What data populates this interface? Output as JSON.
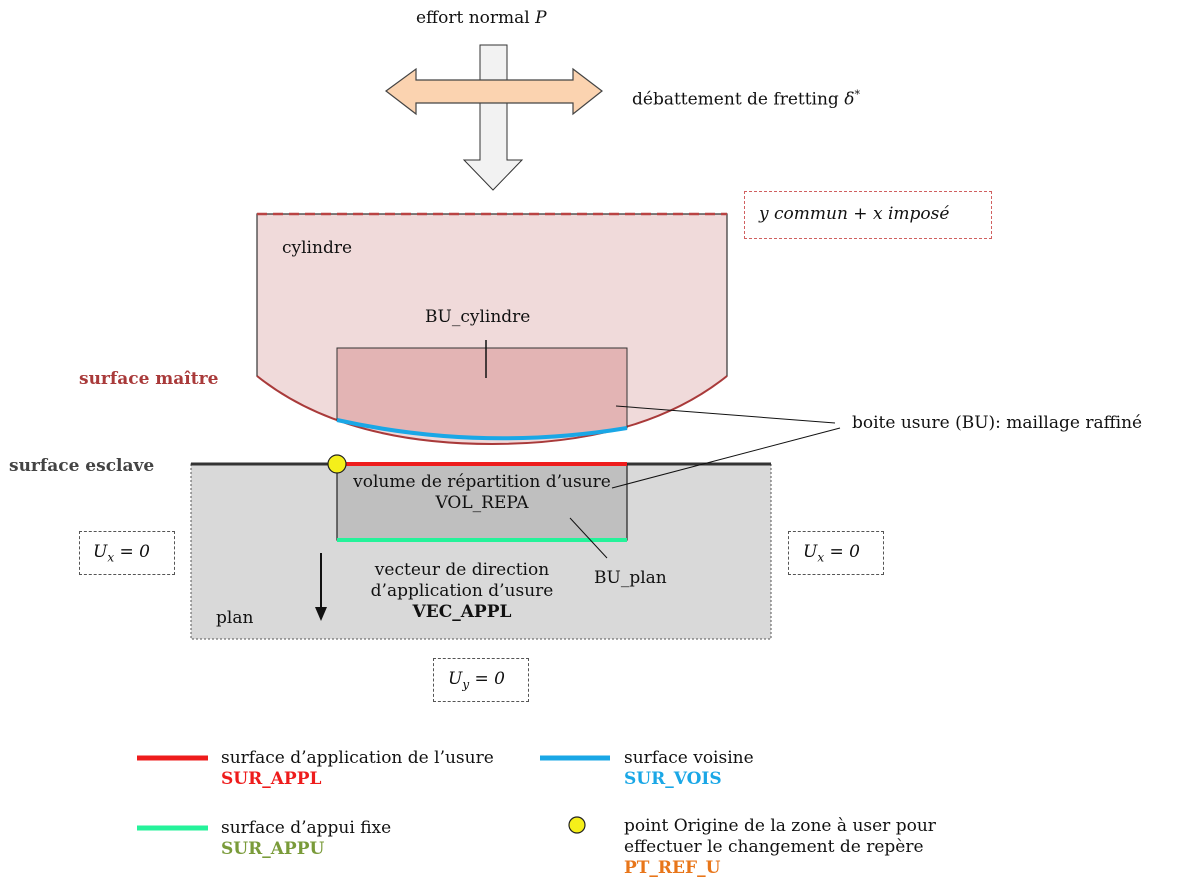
{
  "top": {
    "effort_prefix": "effort normal ",
    "effort_symbol": "P",
    "debattement_prefix": "débattement de fretting ",
    "debattement_symbol": "δ",
    "debattement_sup": "*",
    "bc_box": "y commun + x imposé"
  },
  "cylinder": {
    "label": "cylindre",
    "bu_label": "BU_cylindre",
    "surface_maitre": "surface maître"
  },
  "plan": {
    "surface_esclave": "surface esclave",
    "label": "plan",
    "vol_line1": "volume de répartition d’usure",
    "vol_line2": "VOL_REPA",
    "vec_line1": "vecteur de direction",
    "vec_line2": "d’application d’usure",
    "vec_name": "VEC_APPL",
    "bu_label": "BU_plan"
  },
  "boite_usure": "boite usure (BU): maillage raffiné",
  "bc": {
    "ux_symbol": "U",
    "ux_sub": "x",
    "ux_rest": " = 0",
    "uy_symbol": "U",
    "uy_sub": "y",
    "uy_rest": " = 0"
  },
  "legend": {
    "sur_appl_desc": "surface d’application de l’usure",
    "sur_appl_name": "SUR_APPL",
    "sur_vois_desc": "surface voisine",
    "sur_vois_name": "SUR_VOIS",
    "sur_appu_desc": "surface d’appui fixe",
    "sur_appu_name": "SUR_APPU",
    "pt_desc1": "point Origine de la zone à user pour",
    "pt_desc2": "effectuer le changement de repère",
    "pt_name": "PT_REF_U"
  },
  "colors": {
    "red": "#ee1c1c",
    "blue": "#1aa7e6",
    "green": "#25f29a",
    "olive": "#7a9b3a",
    "orange": "#e8761a",
    "maroon": "#a93a3a",
    "yellow": "#f5ef1a"
  }
}
